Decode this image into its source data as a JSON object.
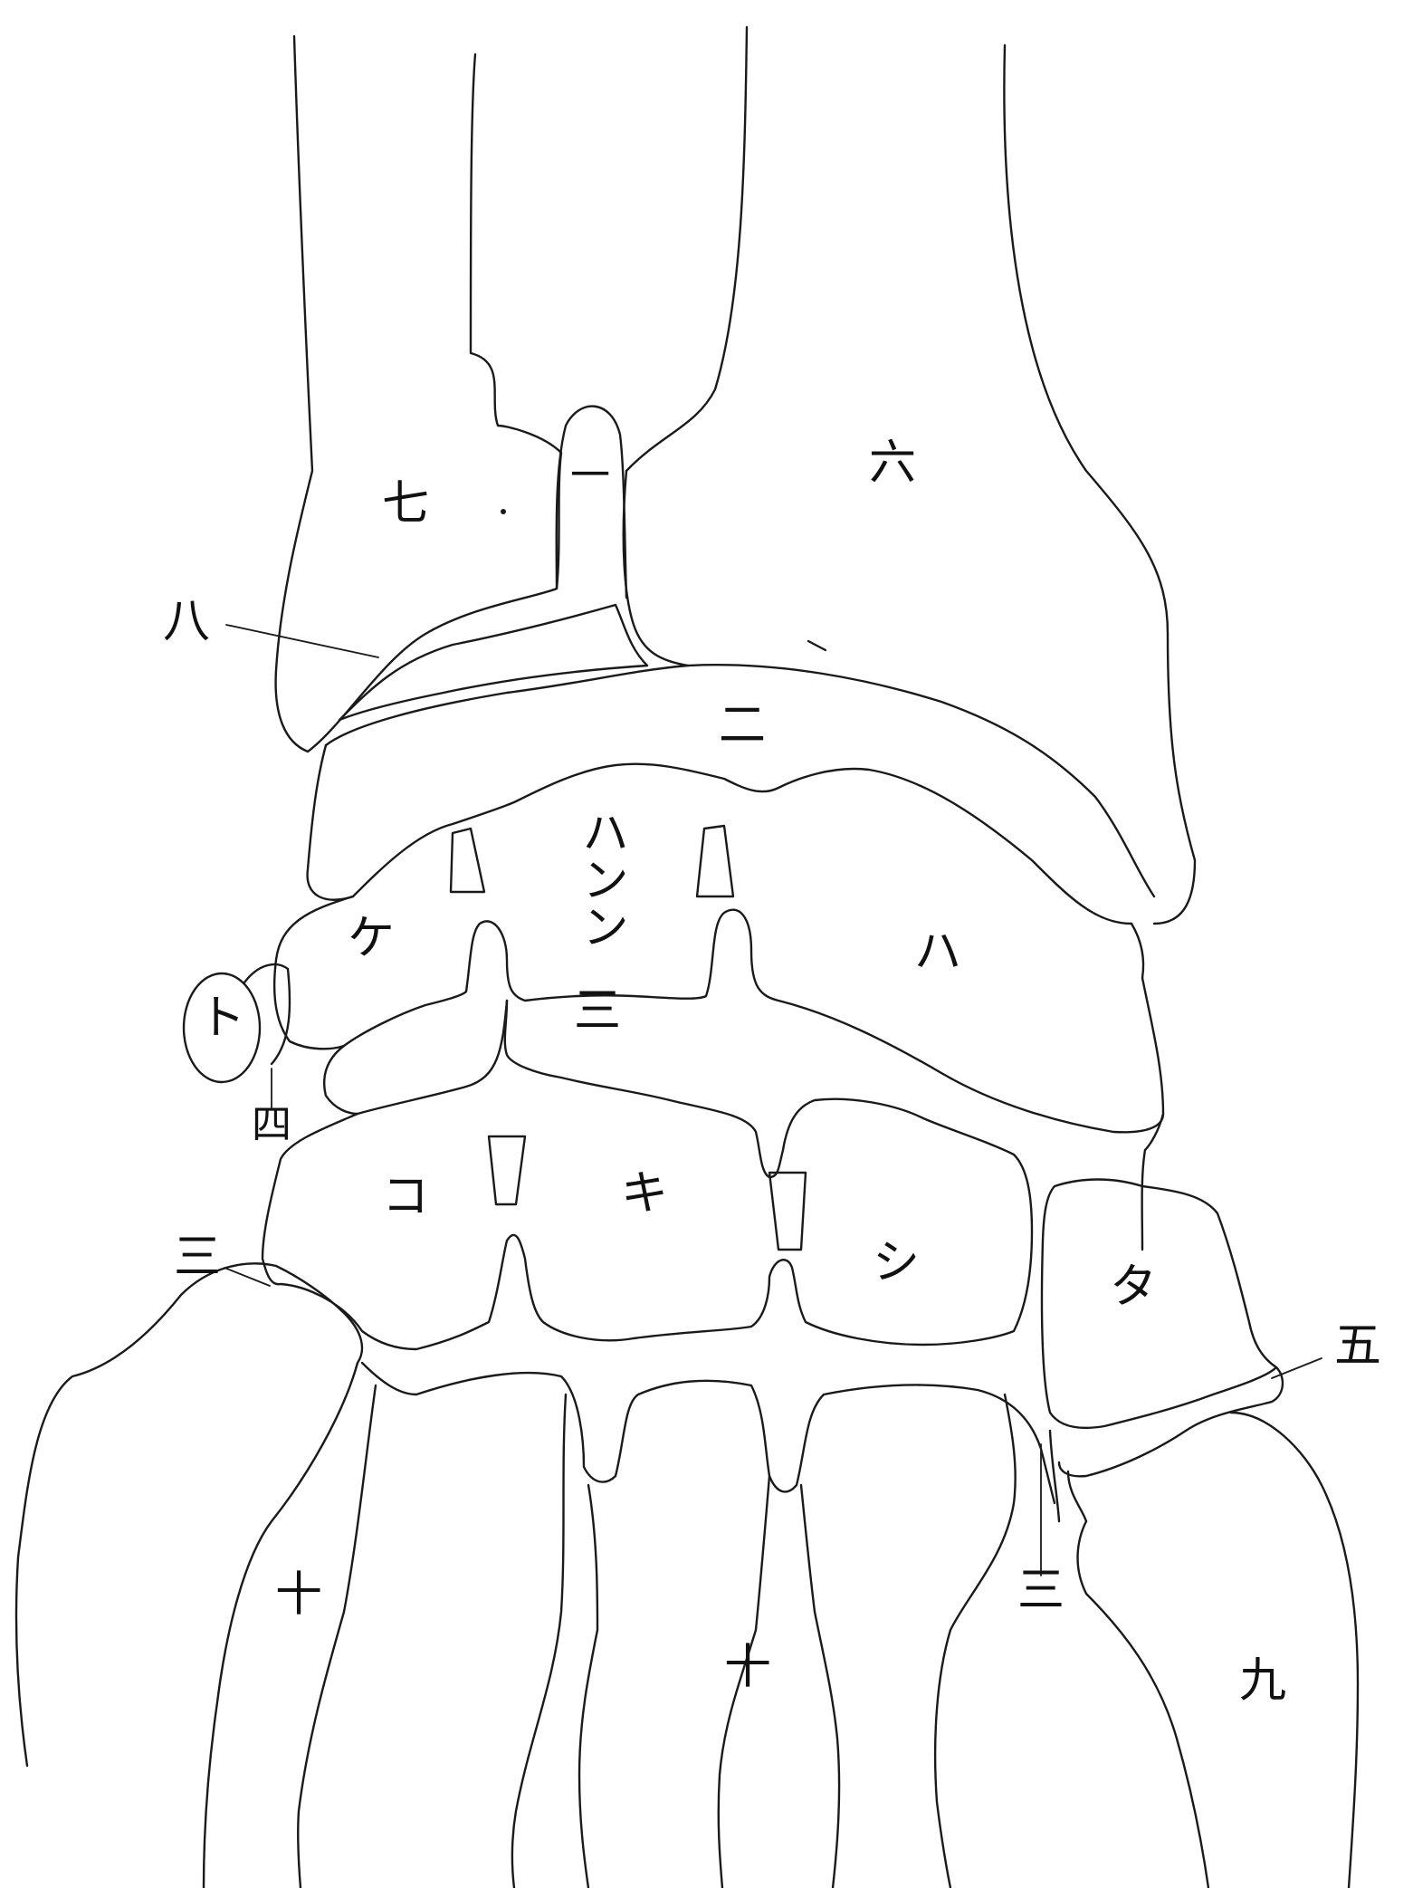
{
  "labels": {
    "shichi": "七",
    "ichi": "一",
    "roku": "六",
    "hachi": "八",
    "ni": "二",
    "hanshin": "ハンン",
    "ke": "ケ",
    "ha": "ハ",
    "san_upper": "三",
    "to": "ト",
    "shi_left": "四",
    "ko": "コ",
    "ki": "キ",
    "shi": "シ",
    "ta": "タ",
    "san_left": "三",
    "go": "五",
    "ju_left": "十",
    "ju_center": "十",
    "san_lower": "三",
    "kyu": "九"
  },
  "colors": {
    "ink": "#1a1a1a",
    "paper": "#ffffff",
    "hatch": "#222222"
  }
}
